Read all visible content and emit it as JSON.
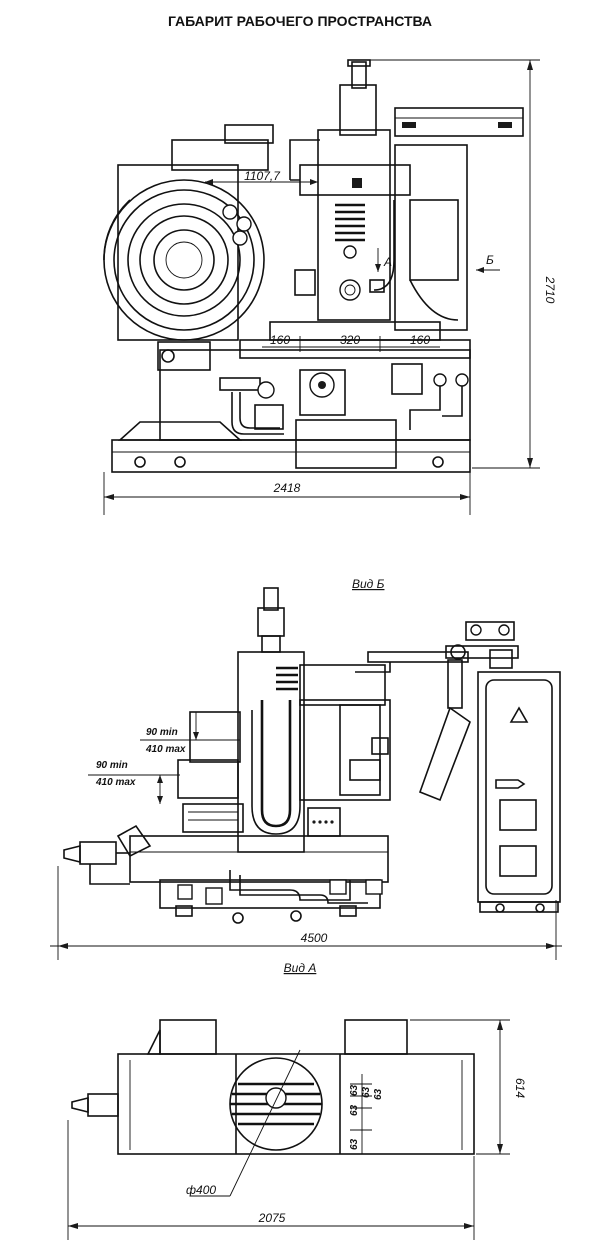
{
  "title": "ГАБАРИТ РАБОЧЕГО ПРОСТРАНСТВА",
  "top_view": {
    "dim_width": "2418",
    "dim_height": "2710",
    "dim_1107": "1107,7",
    "dim_160_left": "160",
    "dim_320": "320",
    "dim_160_right": "160",
    "label_A": "A",
    "label_B": "Б"
  },
  "side_view": {
    "view_label": "Вид Б",
    "dim_width": "4500",
    "dim_upper_min": "90 min",
    "dim_upper_max": "410 max",
    "dim_lower_min": "90 min",
    "dim_lower_max": "410 max"
  },
  "bottom_view": {
    "view_label": "Вид А",
    "dim_width": "2075",
    "dim_height": "614",
    "dim_diameter": "ф400",
    "dim_63_a": "63",
    "dim_63_b": "63",
    "dim_63_c": "63",
    "dim_63_d": "63",
    "dim_63_e": "63"
  }
}
